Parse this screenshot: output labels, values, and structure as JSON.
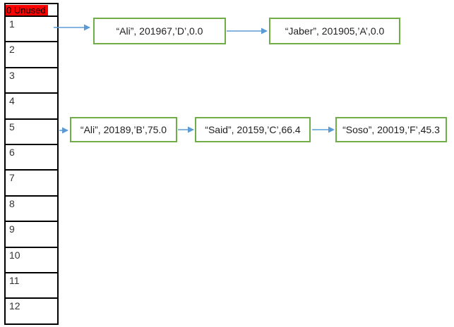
{
  "diagram": {
    "kind": "hash-table-separate-chaining"
  },
  "table": {
    "header_label": "0 Unused",
    "rows": [
      {
        "label": "1"
      },
      {
        "label": "2"
      },
      {
        "label": "3"
      },
      {
        "label": "4"
      },
      {
        "label": "5"
      },
      {
        "label": "6"
      },
      {
        "label": "7"
      },
      {
        "label": "8"
      },
      {
        "label": "9"
      },
      {
        "label": "10"
      },
      {
        "label": "11"
      },
      {
        "label": "12"
      }
    ]
  },
  "chains": [
    {
      "bucket": "1",
      "nodes": [
        {
          "text": "“Ali”, 201967,’D’,0.0"
        },
        {
          "text": "“Jaber”, 201905,’A’,0.0"
        }
      ]
    },
    {
      "bucket": "5",
      "nodes": [
        {
          "text": "“Ali”, 20189,’B’,75.0"
        },
        {
          "text": "“Said”, 20159,’C’,66.4"
        },
        {
          "text": "“Soso”, 20019,’F’,45.3"
        }
      ]
    }
  ],
  "colors": {
    "header_highlight": "#FF0000",
    "header_text": "#000000",
    "node_border": "#70AD47",
    "arrow": "#5B9BD5",
    "table_border": "#000000",
    "background": "#FFFFFF"
  }
}
